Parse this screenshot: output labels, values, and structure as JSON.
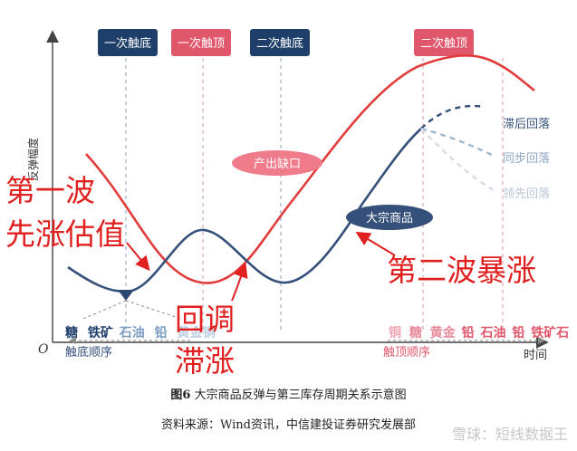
{
  "axes": {
    "y_label": "反弹幅度",
    "x_label": "时间",
    "origin": "O"
  },
  "phases": [
    {
      "label": "一次触底",
      "color": "#1f3f6b"
    },
    {
      "label": "一次触顶",
      "color": "#e0566b"
    },
    {
      "label": "二次触底",
      "color": "#1f3f6b"
    },
    {
      "label": "二次触顶",
      "color": "#e0566b"
    }
  ],
  "pills": {
    "output_gap": "产出缺口",
    "commodity": "大宗商品"
  },
  "branches": {
    "lag": "滞后回落",
    "sync": "同步回落",
    "lead": "领先回落"
  },
  "bottom_order": {
    "label": "触底顺序",
    "items": [
      {
        "text": "糖",
        "color": "#1f3f6b"
      },
      {
        "text": "铁矿",
        "color": "#1f3f6b"
      },
      {
        "text": "石油",
        "color": "#7a9cc0"
      },
      {
        "text": "铅",
        "color": "#7a9cc0"
      },
      {
        "text": "黄金铜",
        "color": "#bfd0e2"
      }
    ]
  },
  "top_order": {
    "label": "触顶顺序",
    "items": [
      {
        "text": "铜",
        "color": "#f0a6b3"
      },
      {
        "text": "糖",
        "color": "#e98a9b"
      },
      {
        "text": "黄金",
        "color": "#e98a9b"
      },
      {
        "text": "铅",
        "color": "#e0566b"
      },
      {
        "text": "石油",
        "color": "#e0566b"
      },
      {
        "text": "铅",
        "color": "#e0566b"
      },
      {
        "text": "铁矿石",
        "color": "#e0566b"
      }
    ]
  },
  "annotations": {
    "first_wave_1": "第一波",
    "first_wave_2": "先涨估值",
    "pullback_1": "回调",
    "pullback_2": "滞涨",
    "second_wave": "第二波暴涨"
  },
  "caption": {
    "fig_no": "图6",
    "title": "大宗商品反弹与第三库存周期关系示意图"
  },
  "source": "资料来源：Wind资讯，中信建投证券研究发展部",
  "watermark": "雪球：短线数据王",
  "colors": {
    "blue": "#35507a",
    "red": "#e23b3b",
    "annotation": "#e01f1f"
  }
}
